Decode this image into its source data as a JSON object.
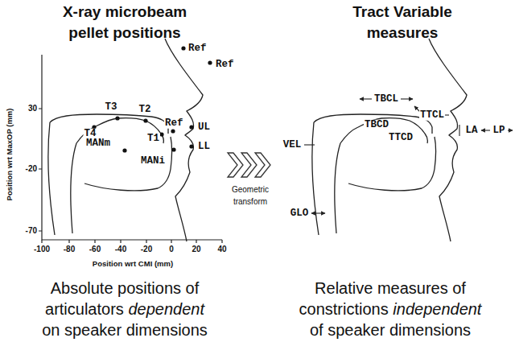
{
  "diagram": {
    "labels": [
      "X-ray microbeam pellet positions",
      "Tract Variable measures",
      "Ref",
      "Ref",
      "T3",
      "T2",
      "Ref",
      "UL",
      "T4",
      "MANm",
      "T1",
      "LL",
      "MANi",
      "30",
      "-20",
      "-70",
      "-100",
      "-80",
      "-60",
      "-40",
      "-20",
      "0",
      "20",
      "40",
      "Position wrt MaxOP (mm)",
      "Position wrt CMI (mm)",
      "Geometric transform",
      "TBCL",
      "TBCD",
      "TTCL",
      "TTCD",
      "VEL",
      "LA",
      "LP",
      "GLO",
      "Absolute positions of",
      "articulators",
      "dependent",
      "on speaker dimensions",
      "Relative measures of",
      "constrictions",
      "independent",
      "of speaker dimensions"
    ]
  }
}
